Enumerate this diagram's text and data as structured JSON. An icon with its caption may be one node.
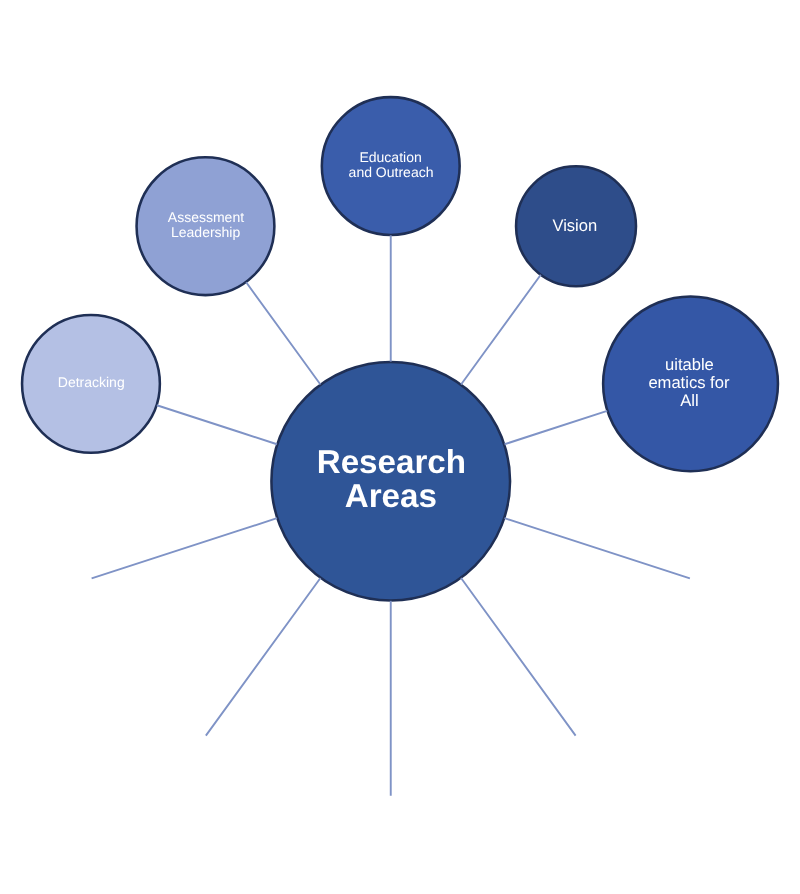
{
  "diagram": {
    "nodes": [
      {
        "text": [
          "Research Areas"
        ]
      },
      {
        "text": [
          "uitable ematics for All"
        ]
      },
      {
        "text": [
          "Vision"
        ]
      },
      {
        "text": [
          "Education and Outreach"
        ]
      },
      {
        "text": [
          "Assessment Leadership"
        ]
      },
      {
        "text": [
          "Detracking"
        ]
      }
    ],
    "edges": [
      {
        "from": 0,
        "to": 1,
        "arrow": "none"
      },
      {
        "from": 0,
        "to": 2,
        "arrow": "none"
      },
      {
        "from": 0,
        "to": 3,
        "arrow": "none"
      },
      {
        "from": 0,
        "to": null,
        "arrow": "none"
      },
      {
        "from": 0,
        "to": null,
        "arrow": "none"
      },
      {
        "from": 0,
        "to": null,
        "arrow": "none"
      },
      {
        "from": 0,
        "to": 5,
        "arrow": "none"
      },
      {
        "from": 0,
        "to": 4,
        "arrow": "none"
      },
      {
        "from": 0,
        "to": null,
        "arrow": "none"
      },
      {
        "from": 0,
        "to": null,
        "arrow": "none"
      }
    ]
  }
}
